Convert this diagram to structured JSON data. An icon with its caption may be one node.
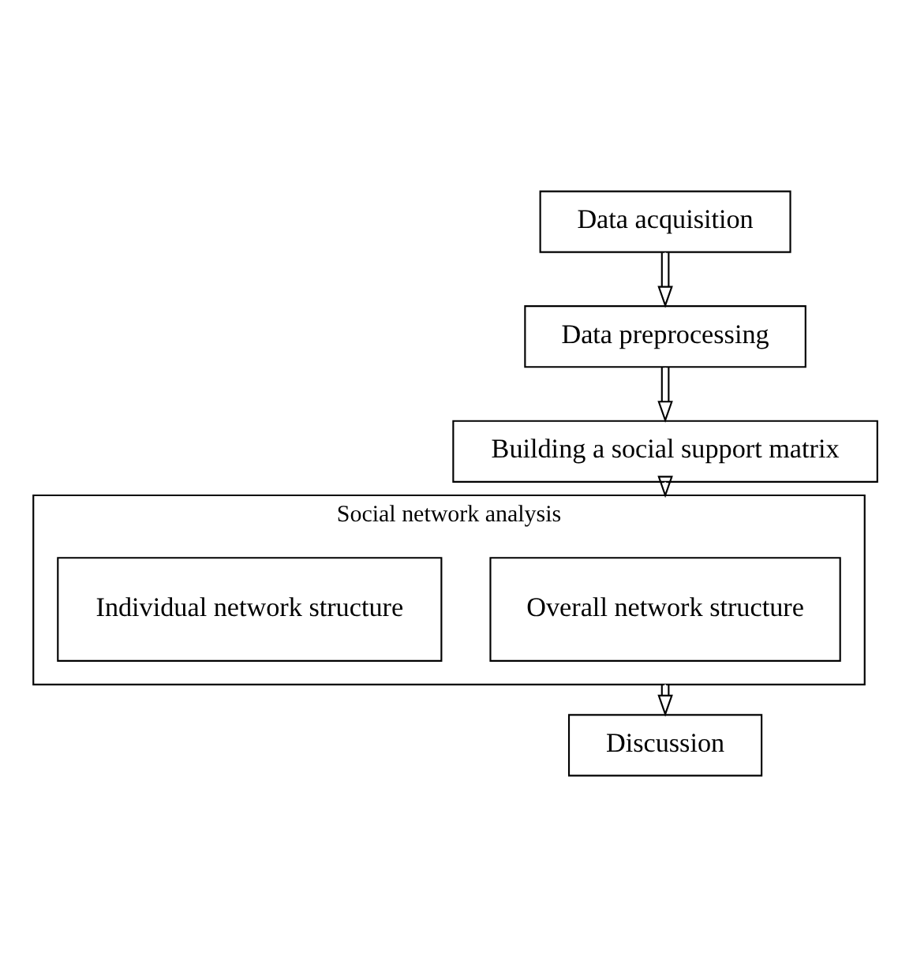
{
  "diagram": {
    "nodes": [
      {
        "text": [
          "Data acquisition"
        ]
      },
      {
        "text": [
          "Data preprocessing"
        ]
      },
      {
        "text": [
          "Building a social support matrix"
        ]
      },
      {
        "text": [
          "Social network analysis"
        ]
      },
      {
        "text": [
          "Overall network structure"
        ],
        "in": 3
      },
      {
        "text": [
          "Individual network structure"
        ],
        "in": 3
      },
      {
        "text": [
          "Discussion"
        ]
      }
    ],
    "edges": [
      {
        "from": 0,
        "to": 1,
        "arrow": "to"
      },
      {
        "from": 1,
        "to": 2,
        "arrow": "to"
      },
      {
        "from": 2,
        "to": 3,
        "arrow": "to"
      },
      {
        "from": 3,
        "to": 6,
        "arrow": "to"
      }
    ]
  }
}
